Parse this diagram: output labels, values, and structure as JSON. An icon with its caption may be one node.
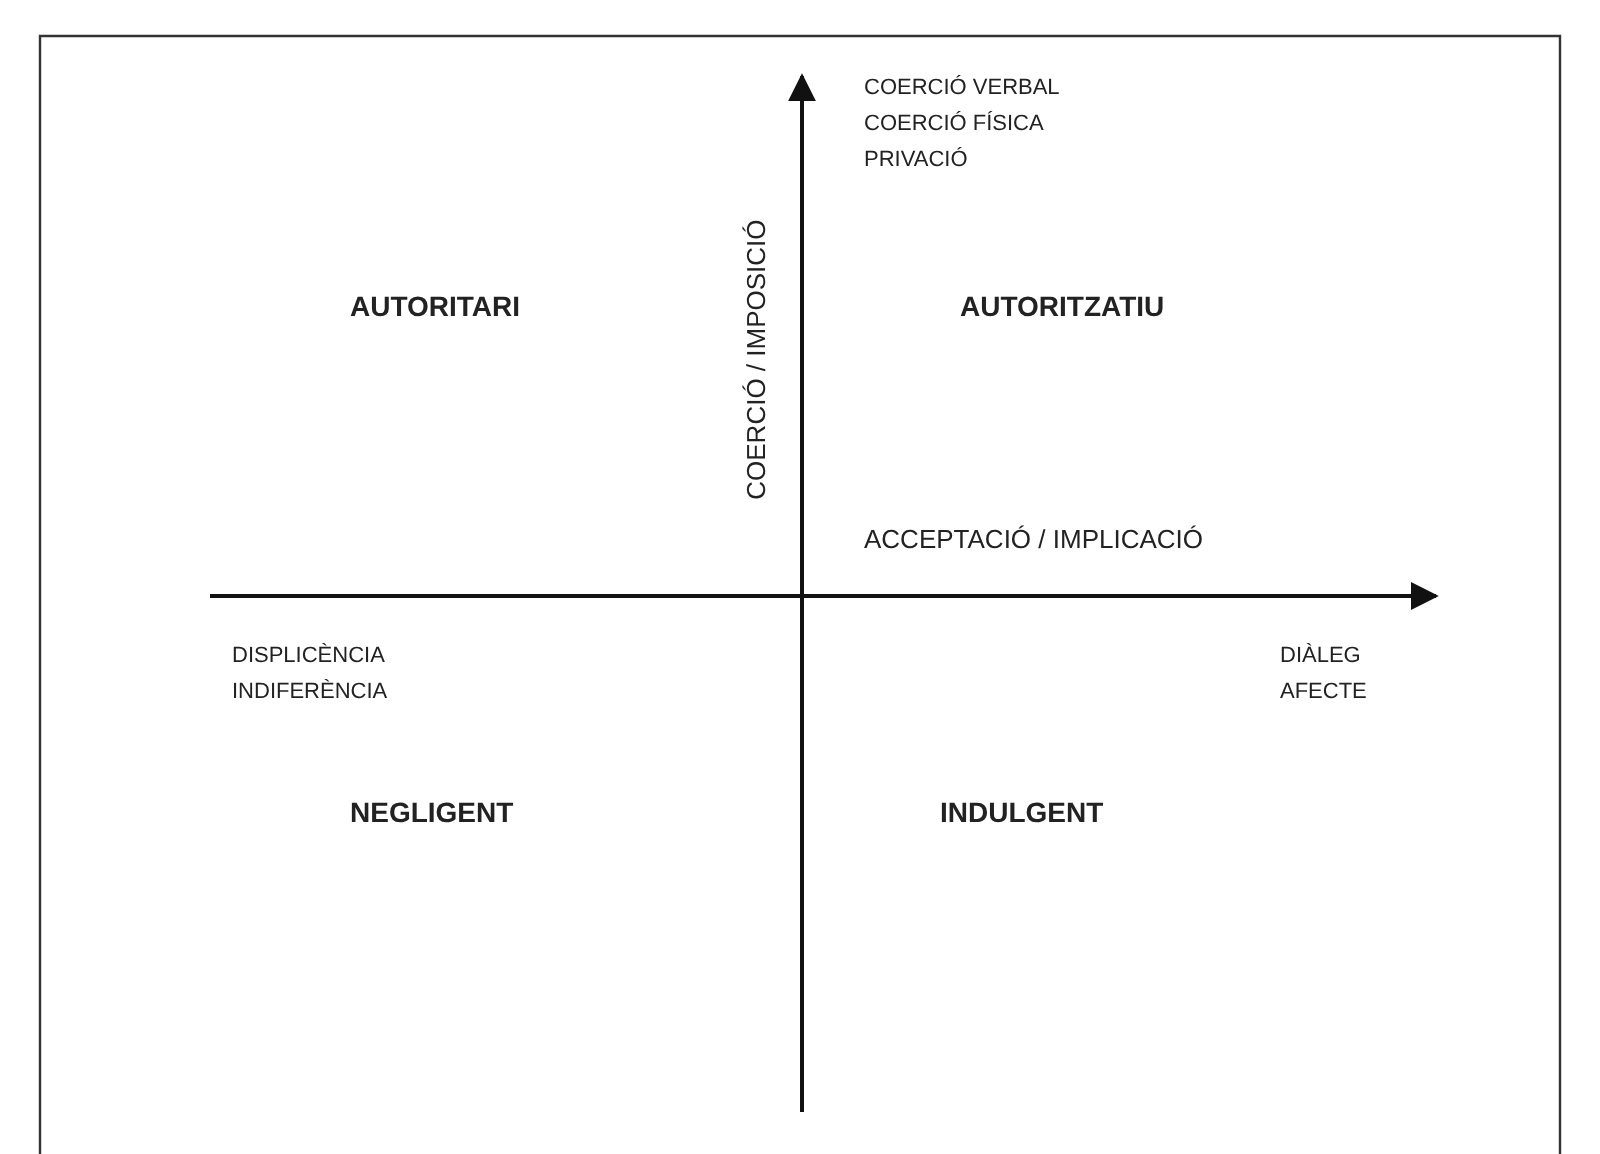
{
  "diagram": {
    "labels": [
      "COERCIÓ VERBAL",
      "COERCIÓ FÍSICA",
      "PRIVACIÓ",
      "AUTORITARI",
      "COERCIÓ / IMPOSICIÓ",
      "AUTORITZATIU",
      "ACCEPTACIÓ / IMPLICACIÓ",
      "DISPLICÈNCIA",
      "INDIFERÈNCIA",
      "DIÀLEG",
      "AFECTE",
      "NEGLIGENT",
      "INDULGENT"
    ]
  }
}
